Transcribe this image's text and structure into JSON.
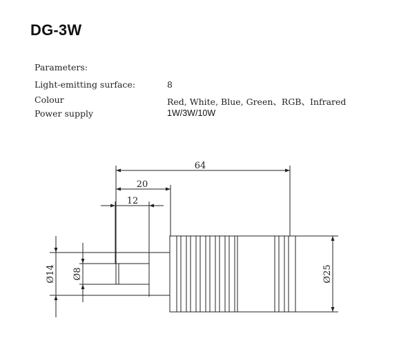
{
  "title": "DG-3W",
  "parameters": {
    "heading": "Parameters:",
    "rows": [
      {
        "label": "Light-emitting surface:",
        "value": "8"
      },
      {
        "label": "Colour",
        "value": "Red, White, Blue, Green、RGB、Infrared"
      },
      {
        "label": "Power supply",
        "value": "1W/3W/10W"
      }
    ]
  },
  "drawing": {
    "dim_64": "64",
    "dim_20": "20",
    "dim_12": "12",
    "dia_14": "Ø14",
    "dia_8": "Ø8",
    "dia_25": "Ø25"
  }
}
